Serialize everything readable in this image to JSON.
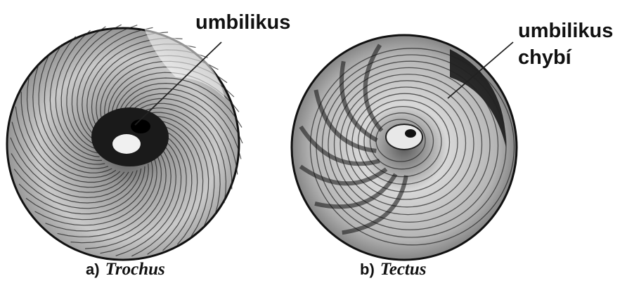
{
  "figure": {
    "callout_a": "umbilikus",
    "callout_b_line1": "umbilikus",
    "callout_b_line2": "chybí",
    "caption_a_tag": "a)",
    "caption_a_name": "Trochus",
    "caption_b_tag": "b)",
    "caption_b_name": "Tectus"
  },
  "colors": {
    "ink": "#111111",
    "paper": "#ffffff"
  }
}
